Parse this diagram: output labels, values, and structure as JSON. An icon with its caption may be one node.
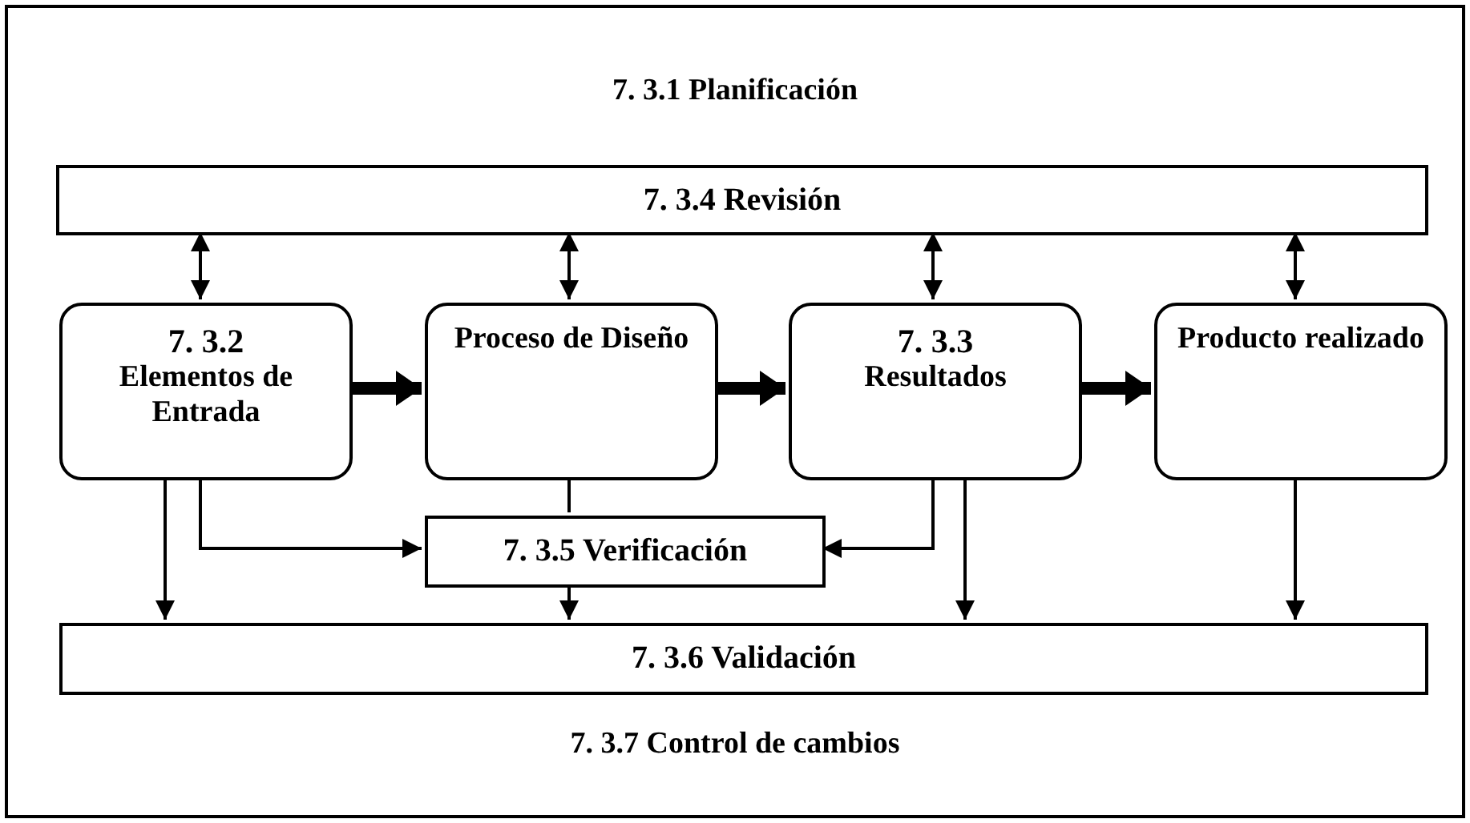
{
  "diagram": {
    "nodes": [
      {
        "text": [
          "7. 3.1  Planificación",
          "7. 3.7  Control de cambios"
        ]
      },
      {
        "text": [
          "7. 3.4 Revisión"
        ],
        "in": 0
      },
      {
        "text": [
          "7. 3.2",
          "Elementos de Entrada"
        ],
        "in": 0
      },
      {
        "text": [
          "Proceso de Diseño"
        ],
        "in": 0
      },
      {
        "text": [
          "7. 3.3",
          "Resultados"
        ],
        "in": 0
      },
      {
        "text": [
          "Producto realizado"
        ],
        "in": 0
      },
      {
        "text": [
          "7. 3.5 Verificación"
        ],
        "in": 0
      },
      {
        "text": [
          "7. 3.6 Validación"
        ],
        "in": 0
      }
    ],
    "edges": [
      {
        "from": 1,
        "to": 2,
        "arrow": "both"
      },
      {
        "from": 1,
        "to": 3,
        "arrow": "both"
      },
      {
        "from": 1,
        "to": 4,
        "arrow": "both"
      },
      {
        "from": 1,
        "to": 5,
        "arrow": "both"
      },
      {
        "from": 2,
        "to": 3,
        "arrow": "to",
        "style": "thick"
      },
      {
        "from": 3,
        "to": 4,
        "arrow": "to",
        "style": "thick"
      },
      {
        "from": 4,
        "to": 5,
        "arrow": "to",
        "style": "thick"
      },
      {
        "from": 2,
        "to": 6,
        "arrow": "to"
      },
      {
        "from": 3,
        "to": 6,
        "arrow": "none"
      },
      {
        "from": 4,
        "to": 6,
        "arrow": "to"
      },
      {
        "from": 2,
        "to": 7,
        "arrow": "to"
      },
      {
        "from": 6,
        "to": 7,
        "arrow": "to"
      },
      {
        "from": 4,
        "to": 7,
        "arrow": "to"
      },
      {
        "from": 5,
        "to": 7,
        "arrow": "to"
      }
    ]
  }
}
